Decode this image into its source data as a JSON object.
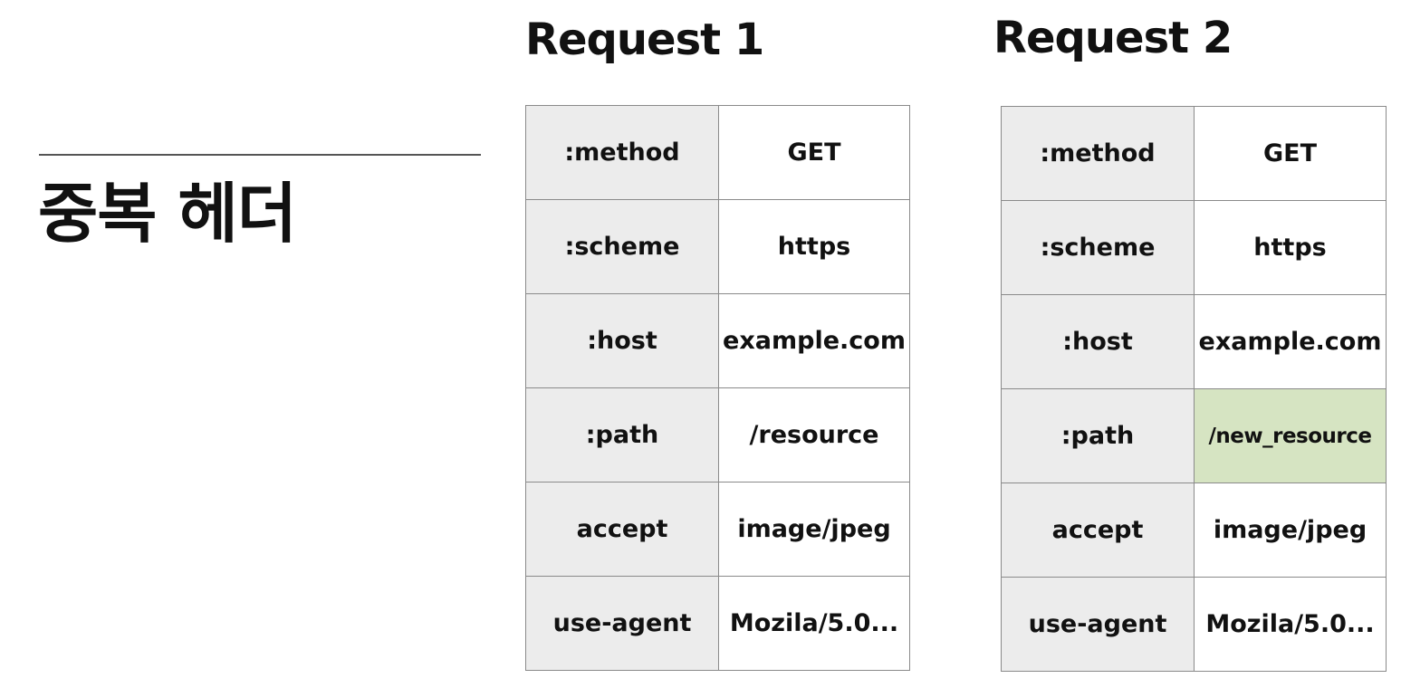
{
  "slide": {
    "title": "중복 헤더"
  },
  "requests": [
    {
      "title": "Request 1",
      "rows": [
        {
          "key": ":method",
          "value": "GET"
        },
        {
          "key": ":scheme",
          "value": "https"
        },
        {
          "key": ":host",
          "value": "example.com"
        },
        {
          "key": ":path",
          "value": "/resource"
        },
        {
          "key": "accept",
          "value": "image/jpeg"
        },
        {
          "key": "use-agent",
          "value": "Mozila/5.0..."
        }
      ]
    },
    {
      "title": "Request 2",
      "rows": [
        {
          "key": ":method",
          "value": "GET"
        },
        {
          "key": ":scheme",
          "value": "https"
        },
        {
          "key": ":host",
          "value": "example.com"
        },
        {
          "key": ":path",
          "value": "/new_resource",
          "highlight": true
        },
        {
          "key": "accept",
          "value": "image/jpeg"
        },
        {
          "key": "use-agent",
          "value": "Mozila/5.0..."
        }
      ]
    }
  ],
  "colors": {
    "key_cell_bg": "#ececec",
    "value_cell_bg": "#ffffff",
    "changed_value_bg": "#d6e4c2",
    "border": "#8a8a8a",
    "text": "#111111"
  }
}
